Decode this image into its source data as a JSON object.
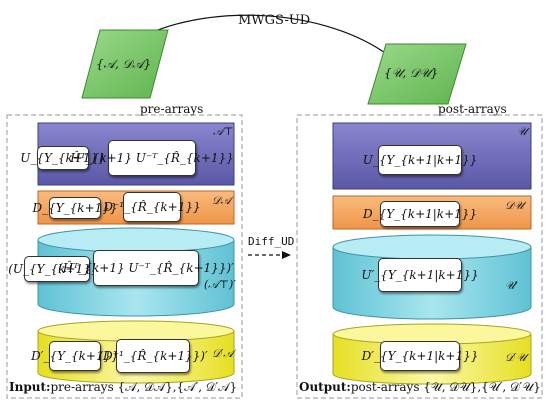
{
  "title": "MWGS-UD",
  "input_param": "{𝒜, 𝒟𝒜}",
  "output_param": "{𝒰, 𝒟𝒰}",
  "left": {
    "header": "pre-arrays",
    "block_A": {
      "symbol": "𝒜⊤",
      "cells": [
        "U_{Y_{k+1}}",
        "Ĥᵀ_{k+1} U⁻ᵀ_{R̂_{k+1}}"
      ]
    },
    "block_D": {
      "symbol": "𝒟𝒜",
      "cells": [
        "D_{Y_{k+1}}",
        "D⁻¹_{R̂_{k+1}}"
      ]
    },
    "block_Aprime": {
      "symbol": "(𝒜⊤)′",
      "cells": [
        "(U_{Y_{k+1}})′",
        "(Ĥᵀ_{k+1} U⁻ᵀ_{R̂_{k+1}})′"
      ]
    },
    "block_Dprime": {
      "symbol": "𝒟′𝒜",
      "cells": [
        "D′_{Y_{k+1}}",
        "(D⁻¹_{R̂_{k+1}})′"
      ]
    },
    "caption_bold": "Input:",
    "caption_text": "pre-arrays {𝒜, 𝒟𝒜},{𝒜′, 𝒟′𝒜}"
  },
  "middle": {
    "label": "Diff_UD"
  },
  "right": {
    "header": "post-arrays",
    "block_U": {
      "symbol": "𝒰",
      "cell": "U_{Y_{k+1|k+1}}"
    },
    "block_D": {
      "symbol": "𝒟𝒰",
      "cell": "D_{Y_{k+1|k+1}}"
    },
    "block_Uprime": {
      "symbol": "𝒰′",
      "cell": "U′_{Y_{k+1|k+1}}"
    },
    "block_Dprime": {
      "symbol": "𝒟′𝒰",
      "cell": "D′_{Y_{k+1|k+1}}"
    },
    "caption_bold": "Output:",
    "caption_text": "post-arrays {𝒰, 𝒟𝒰},{𝒰′, 𝒟′𝒰}"
  },
  "colors": {
    "green": "#7bc86a",
    "purple": "#6b68b8",
    "orange": "#f5a860",
    "cyan": "#74d0df",
    "yellow": "#f2ee48"
  }
}
